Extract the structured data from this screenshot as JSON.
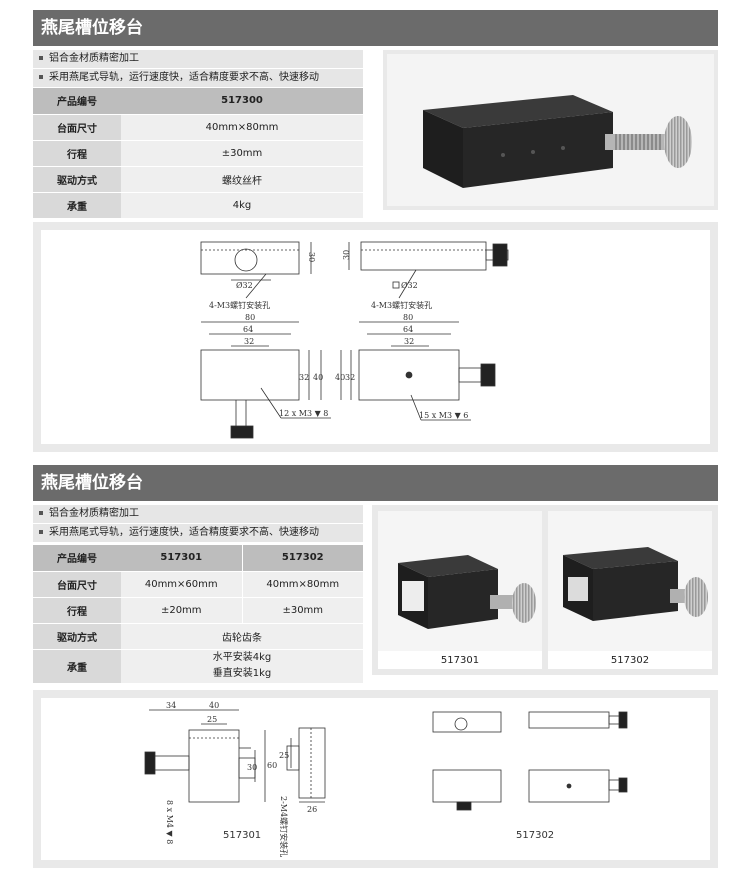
{
  "section1": {
    "title": "燕尾槽位移台",
    "bullets": [
      "铝合金材质精密加工",
      "采用燕尾式导轨，运行速度快，适合精度要求不高、快速移动"
    ],
    "specs": [
      {
        "label": "产品编号",
        "value": "517300"
      },
      {
        "label": "台面尺寸",
        "value": "40mm×80mm"
      },
      {
        "label": "行程",
        "value": "±30mm"
      },
      {
        "label": "驱动方式",
        "value": "螺纹丝杆"
      },
      {
        "label": "承重",
        "value": "4kg"
      }
    ],
    "drawing": {
      "hole_note_left": "4-M3螺钉安装孔",
      "hole_note_right": "4-M3螺钉安装孔",
      "dim_30": "30",
      "dim_phi32": "Ø32",
      "dim_80": "80",
      "dim_64": "64",
      "dim_32": "32",
      "dim_40": "40",
      "thread_left": "12 x M3 ▼ 8",
      "thread_right": "15 x M3 ▼ 6"
    }
  },
  "section2": {
    "title": "燕尾槽位移台",
    "bullets": [
      "铝合金材质精密加工",
      "采用燕尾式导轨，运行速度快，适合精度要求不高、快速移动"
    ],
    "header": {
      "label": "产品编号",
      "col1": "517301",
      "col2": "517302"
    },
    "rows": [
      {
        "label": "台面尺寸",
        "col1": "40mm×60mm",
        "col2": "40mm×80mm"
      },
      {
        "label": "行程",
        "col1": "±20mm",
        "col2": "±30mm"
      }
    ],
    "drive": {
      "label": "驱动方式",
      "value": "齿轮齿条"
    },
    "load": {
      "label": "承重",
      "line1": "水平安装4kg",
      "line2": "垂直安装1kg"
    },
    "photo_captions": [
      "517301",
      "517302"
    ],
    "drawing_captions": [
      "517301",
      "517302"
    ],
    "drawing": {
      "dim_34": "34",
      "dim_40": "40",
      "dim_25": "25",
      "dim_60": "60",
      "dim_30": "30",
      "dim_26": "26",
      "thread_note": "8 x M4 ▼ 8",
      "hole_note": "2-M4螺钉安装孔"
    }
  }
}
